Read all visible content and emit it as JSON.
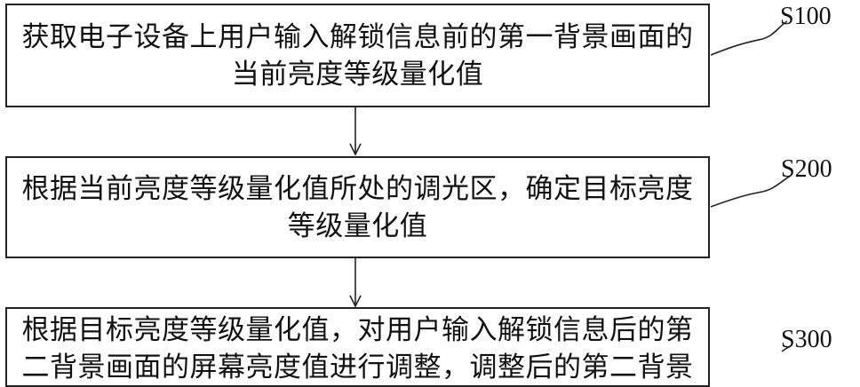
{
  "steps": [
    {
      "id": "S100",
      "text_lines": [
        "获取电子设备上用户输入解锁信息前的第一背景画面的",
        "当前亮度等级量化值"
      ]
    },
    {
      "id": "S200",
      "text_lines": [
        "根据当前亮度等级量化值所处的调光区，确定目标亮度",
        "等级量化值"
      ]
    },
    {
      "id": "S300",
      "text_lines": [
        "根据目标亮度等级量化值，对用户输入解锁信息后的第",
        "二背景画面的屏幕亮度值进行调整，调整后的第二背景"
      ]
    }
  ]
}
